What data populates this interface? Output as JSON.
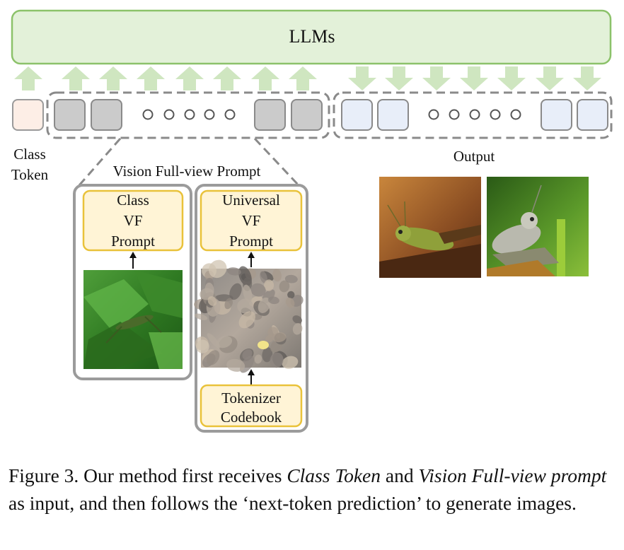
{
  "llm_label": "LLMs",
  "class_token_label": [
    "Class",
    "Token"
  ],
  "prompt_group_label": "Vision Full-view Prompt",
  "output_label": "Output",
  "class_vf_prompt": [
    "Class",
    "VF",
    "Prompt"
  ],
  "universal_vf_prompt": [
    "Universal",
    "VF",
    "Prompt"
  ],
  "tokenizer_codebook": [
    "Tokenizer",
    "Codebook"
  ],
  "images": {
    "class_prompt_image": "grasshopper on green leaves",
    "universal_prompt_image": "blurry mosaic texture",
    "output_image_1": "grasshopper close-up on branch",
    "output_image_2": "grasshopper on green stem"
  },
  "caption": {
    "prefix": "Figure 3.  Our method first receives ",
    "em1": "Class Token",
    "mid1": " and ",
    "em2": "Vision Full-view prompt",
    "rest": " as input, and then follows the ‘next-token prediction’ to generate images."
  },
  "colors": {
    "llm_fill": "#e3f1d9",
    "llm_stroke": "#8cc26a",
    "arrow_fill": "#cfe6c0",
    "class_token_fill": "#fdeee6",
    "prompt_token_fill": "#cbcbcb",
    "output_token_fill": "#e8eef9",
    "prompt_box_fill": "#fff4d6",
    "prompt_box_stroke": "#e9c23a",
    "dash_stroke": "#8a8a8a"
  }
}
